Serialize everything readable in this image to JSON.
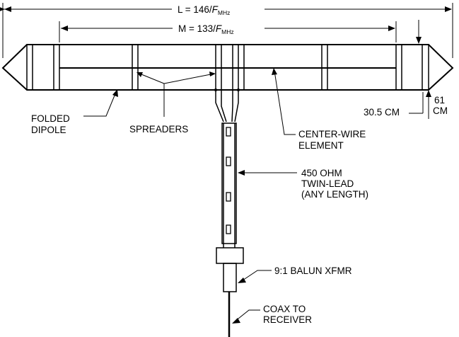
{
  "dimensions": {
    "overall": {
      "prefix": "L = 146/",
      "var": "F",
      "sub": "MHz"
    },
    "inner": {
      "prefix": "M = 133/",
      "var": "F",
      "sub": "MHz"
    },
    "spacing_small": "30.5 CM",
    "spacing_large_line1": "61",
    "spacing_large_line2": "CM"
  },
  "labels": {
    "folded_dipole_line1": "FOLDED",
    "folded_dipole_line2": "DIPOLE",
    "spreaders": "SPREADERS",
    "center_wire_line1": "CENTER-WIRE",
    "center_wire_line2": "ELEMENT",
    "twin_lead_line1": "450 OHM",
    "twin_lead_line2": "TWIN-LEAD",
    "twin_lead_line3": "(ANY LENGTH)",
    "balun": "9:1 BALUN XFMR",
    "coax_line1": "COAX TO",
    "coax_line2": "RECEIVER"
  },
  "colors": {
    "ink": "#000000",
    "background": "#ffffff"
  }
}
